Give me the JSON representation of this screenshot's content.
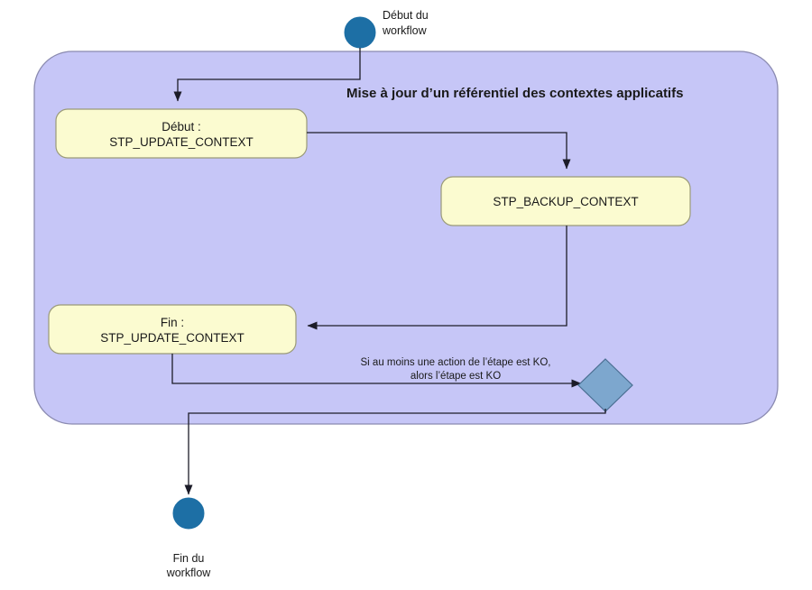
{
  "diagram": {
    "type": "uml-activity-workflow",
    "language": "fr",
    "frame": {
      "title": "Mise à jour d’un référentiel des contextes applicatifs",
      "fill": "#c6c6f7",
      "stroke": "#8a8ab0"
    },
    "start_node": {
      "caption_line1": "Début du",
      "caption_line2": "workflow",
      "color": "#1d6fa5"
    },
    "end_node": {
      "caption_line1": "Fin du",
      "caption_line2": "workflow",
      "color": "#1d6fa5"
    },
    "activities": [
      {
        "id": "debut-update-context",
        "line1": "Début :",
        "line2": "STP_UPDATE_CONTEXT",
        "fill": "#fbfbd0",
        "stroke": "#9a9a78"
      },
      {
        "id": "backup-context",
        "line1": "STP_BACKUP_CONTEXT",
        "line2": "",
        "fill": "#fbfbd0",
        "stroke": "#9a9a78"
      },
      {
        "id": "fin-update-context",
        "line1": "Fin :",
        "line2": "STP_UPDATE_CONTEXT",
        "fill": "#fbfbd0",
        "stroke": "#9a9a78"
      }
    ],
    "decision": {
      "id": "etape-ko-decision",
      "fill": "#7da7ce",
      "stroke": "#4a6f92"
    },
    "guard": {
      "line1": "Si au moins une action de l’étape est KO,",
      "line2": "alors l’étape est KO"
    }
  }
}
